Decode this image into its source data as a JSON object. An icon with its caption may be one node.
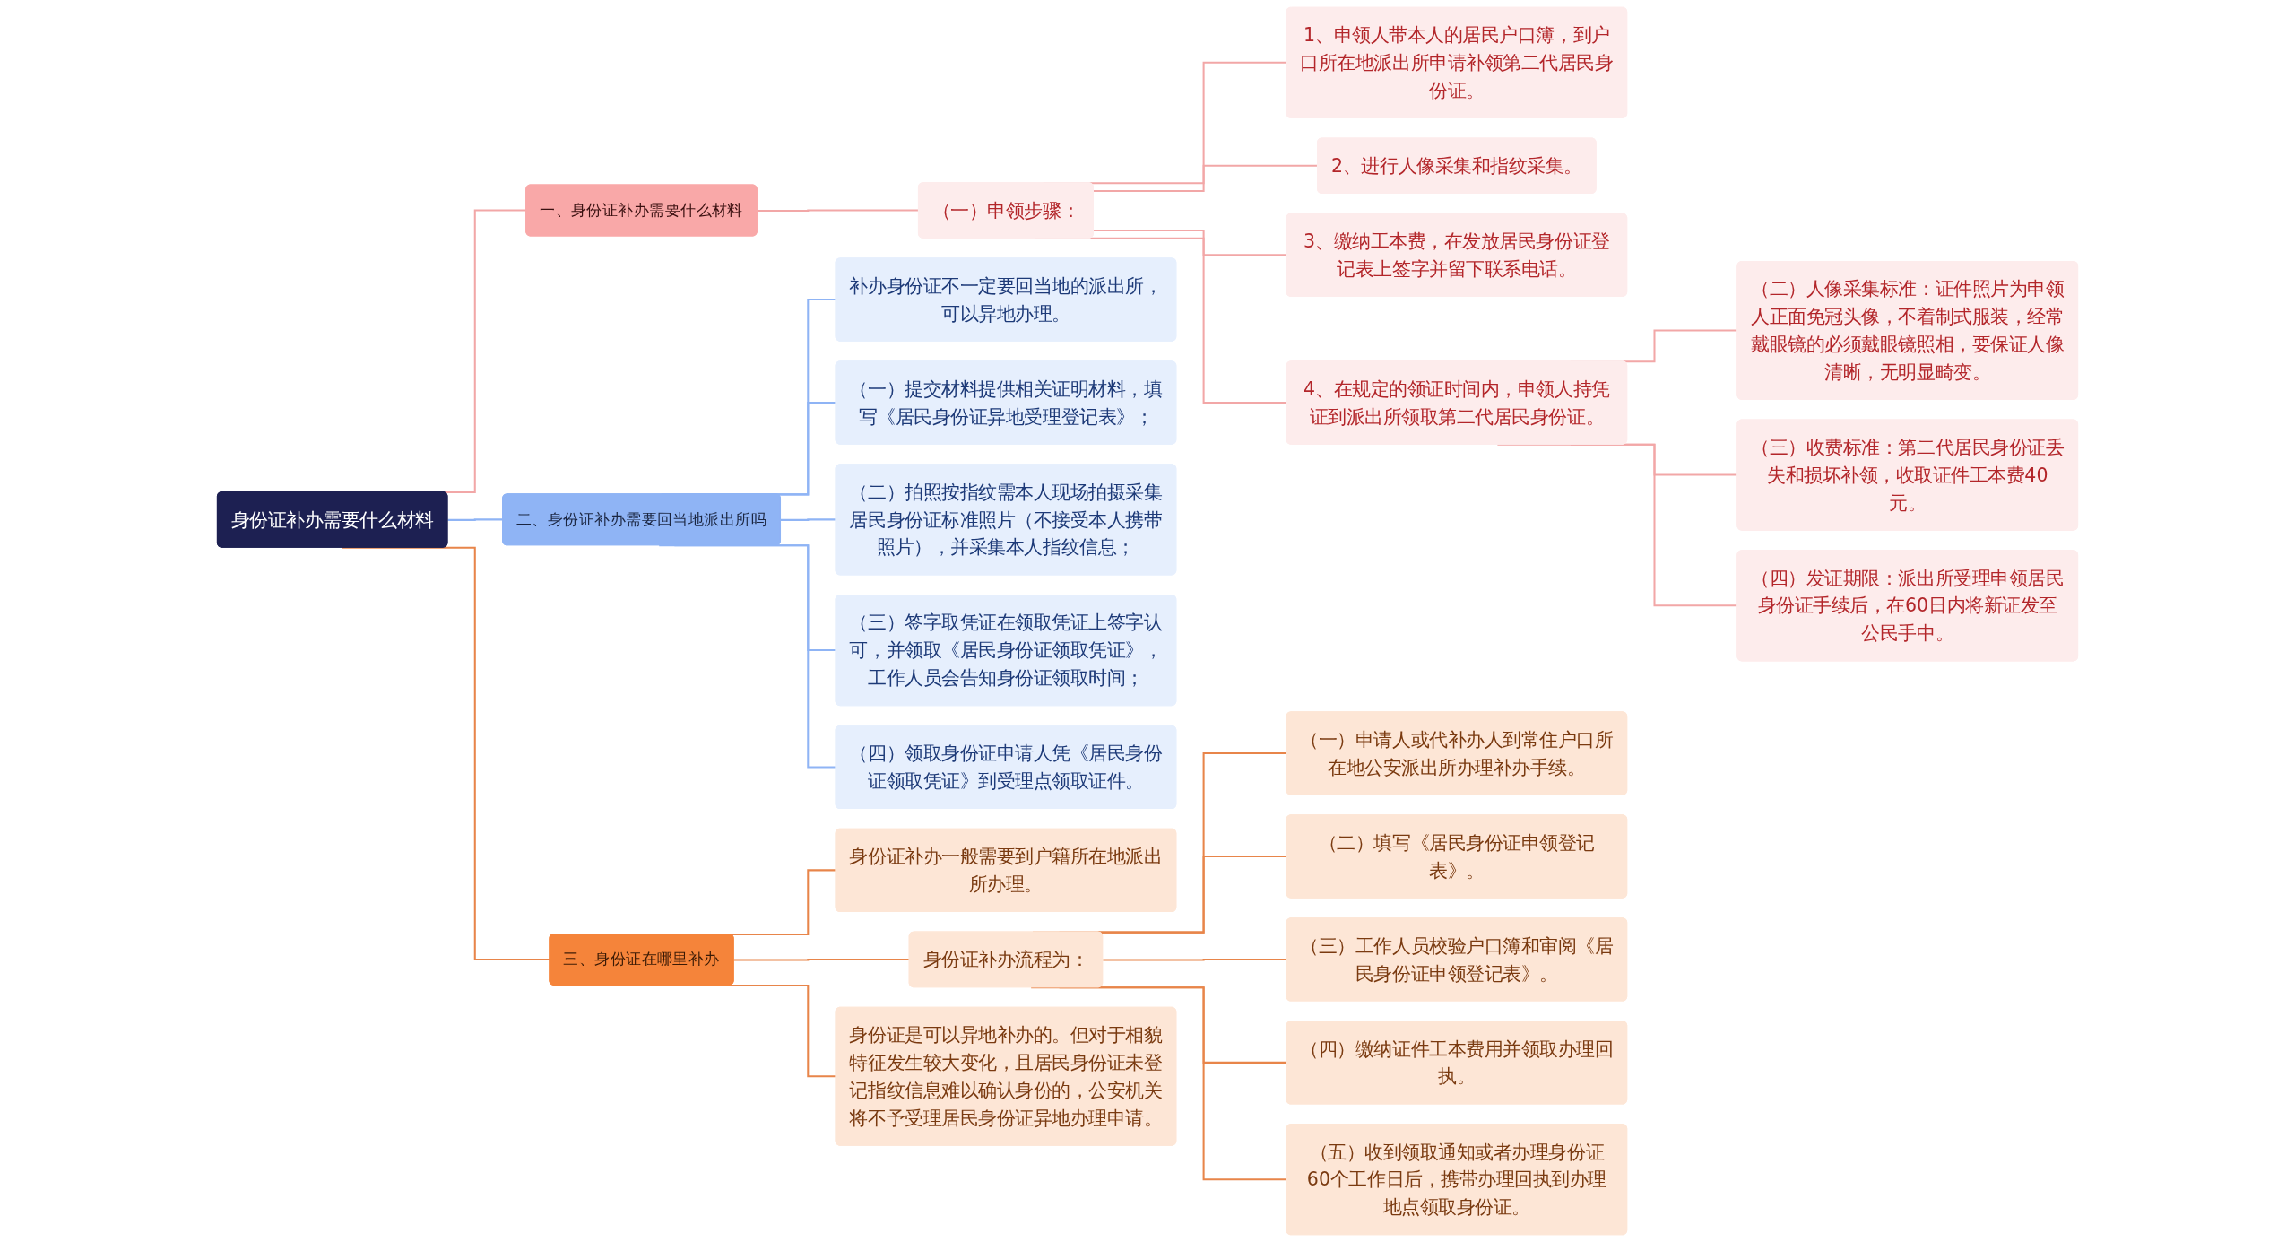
{
  "diagram": {
    "nodes": [
      {
        "text": [
          "身份证补办需要什么材料"
        ]
      },
      {
        "text": [
          "一、身份证补办需要什么材料"
        ]
      },
      {
        "text": [
          "（一）申领步骤："
        ]
      },
      {
        "text": [
          "1、申领人带本人的居民户口簿，到户口所在地派出所申请补领第二代居民身份证。"
        ]
      },
      {
        "text": [
          "2、进行人像采集和指纹采集。"
        ]
      },
      {
        "text": [
          "3、缴纳工本费，在发放居民身份证登记表上签字并留下联系电话。"
        ]
      },
      {
        "text": [
          "4、在规定的领证时间内，申领人持凭证到派出所领取第二代居民身份证。"
        ]
      },
      {
        "text": [
          "（二）人像采集标准：证件照片为申领人正面免冠头像，不着制式服装，经常戴眼镜的必须戴眼镜照相，要保证人像清晰，无明显畸变。"
        ]
      },
      {
        "text": [
          "（三）收费标准：第二代居民身份证丢失和损坏补领，收取证件工本费40元。"
        ]
      },
      {
        "text": [
          "（四）发证期限：派出所受理申领居民身份证手续后，在60日内将新证发至公民手中。"
        ]
      },
      {
        "text": [
          "二、身份证补办需要回当地派出所吗"
        ]
      },
      {
        "text": [
          "补办身份证不一定要回当地的派出所，可以异地办理。"
        ]
      },
      {
        "text": [
          "（一）提交材料提供相关证明材料，填写《居民身份证异地受理登记表》；"
        ]
      },
      {
        "text": [
          "（二）拍照按指纹需本人现场拍摄采集居民身份证标准照片（不接受本人携带照片），并采集本人指纹信息；"
        ]
      },
      {
        "text": [
          "（三）签字取凭证在领取凭证上签字认可，并领取《居民身份证领取凭证》，工作人员会告知身份证领取时间；"
        ]
      },
      {
        "text": [
          "（四）领取身份证申请人凭《居民身份证领取凭证》到受理点领取证件。"
        ]
      },
      {
        "text": [
          "三、身份证在哪里补办"
        ]
      },
      {
        "text": [
          "身份证补办一般需要到户籍所在地派出所办理。"
        ]
      },
      {
        "text": [
          "身份证补办流程为："
        ]
      },
      {
        "text": [
          "（一）申请人或代补办人到常住户口所在地公安派出所办理补办手续。"
        ]
      },
      {
        "text": [
          "（二）填写《居民身份证申领登记表》。"
        ]
      },
      {
        "text": [
          "（三）工作人员校验户口簿和审阅《居民身份证申领登记表》。"
        ]
      },
      {
        "text": [
          "（四）缴纳证件工本费用并领取办理回执。"
        ]
      },
      {
        "text": [
          "（五）收到领取通知或者办理身份证60个工作日后，携带办理回执到办理地点领取身份证。"
        ]
      },
      {
        "text": [
          "身份证是可以异地补办的。但对于相貌特征发生较大变化，且居民身份证未登记指纹信息难以确认身份的，公安机关将不予受理居民身份证异地办理申请。"
        ]
      }
    ],
    "edges": [
      {
        "from": 0,
        "to": 1,
        "arrow": "none",
        "color": "#f2a7a7"
      },
      {
        "from": 1,
        "to": 2,
        "arrow": "none",
        "color": "#f2a7a7"
      },
      {
        "from": 2,
        "to": 3,
        "arrow": "none",
        "color": "#f2a7a7"
      },
      {
        "from": 2,
        "to": 4,
        "arrow": "none",
        "color": "#f2a7a7"
      },
      {
        "from": 2,
        "to": 5,
        "arrow": "none",
        "color": "#f2a7a7"
      },
      {
        "from": 2,
        "to": 6,
        "arrow": "none",
        "color": "#f2a7a7"
      },
      {
        "from": 6,
        "to": 7,
        "arrow": "none",
        "color": "#f2a7a7"
      },
      {
        "from": 6,
        "to": 8,
        "arrow": "none",
        "color": "#f2a7a7"
      },
      {
        "from": 6,
        "to": 9,
        "arrow": "none",
        "color": "#f2a7a7"
      },
      {
        "from": 0,
        "to": 10,
        "arrow": "none",
        "color": "#8fb4f5"
      },
      {
        "from": 10,
        "to": 11,
        "arrow": "none",
        "color": "#8fb4f5"
      },
      {
        "from": 10,
        "to": 12,
        "arrow": "none",
        "color": "#8fb4f5"
      },
      {
        "from": 10,
        "to": 13,
        "arrow": "none",
        "color": "#8fb4f5"
      },
      {
        "from": 10,
        "to": 14,
        "arrow": "none",
        "color": "#8fb4f5"
      },
      {
        "from": 10,
        "to": 15,
        "arrow": "none",
        "color": "#8fb4f5"
      },
      {
        "from": 0,
        "to": 16,
        "arrow": "none",
        "color": "#e8854a"
      },
      {
        "from": 16,
        "to": 17,
        "arrow": "none",
        "color": "#e8854a"
      },
      {
        "from": 16,
        "to": 18,
        "arrow": "none",
        "color": "#e8854a"
      },
      {
        "from": 18,
        "to": 19,
        "arrow": "none",
        "color": "#e8854a"
      },
      {
        "from": 18,
        "to": 20,
        "arrow": "none",
        "color": "#e8854a"
      },
      {
        "from": 18,
        "to": 21,
        "arrow": "none",
        "color": "#e8854a"
      },
      {
        "from": 18,
        "to": 22,
        "arrow": "none",
        "color": "#e8854a"
      },
      {
        "from": 18,
        "to": 23,
        "arrow": "none",
        "color": "#e8854a"
      },
      {
        "from": 16,
        "to": 24,
        "arrow": "none",
        "color": "#e8854a"
      }
    ]
  }
}
